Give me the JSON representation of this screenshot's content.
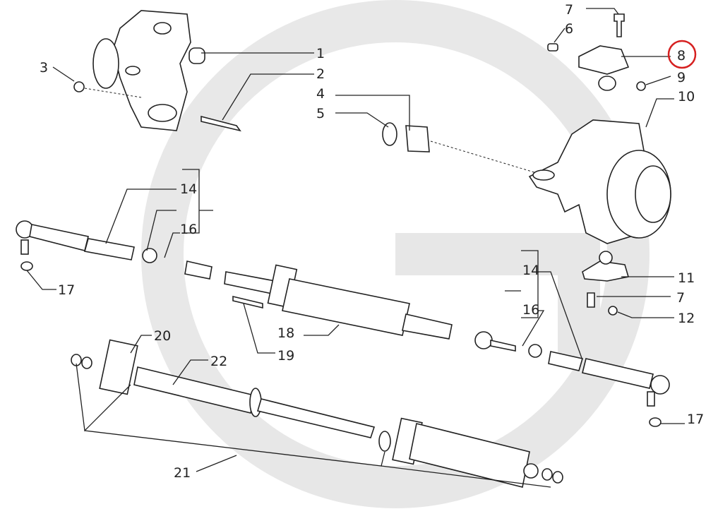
{
  "diagram": {
    "highlight_color": "#d62020",
    "highlighted_callout": "8",
    "watermark": "G",
    "callouts": [
      {
        "id": "c1",
        "text": "1"
      },
      {
        "id": "c2",
        "text": "2"
      },
      {
        "id": "c3",
        "text": "3"
      },
      {
        "id": "c4",
        "text": "4"
      },
      {
        "id": "c5",
        "text": "5"
      },
      {
        "id": "c6",
        "text": "6"
      },
      {
        "id": "c7a",
        "text": "7"
      },
      {
        "id": "c8",
        "text": "8"
      },
      {
        "id": "c9",
        "text": "9"
      },
      {
        "id": "c10",
        "text": "10"
      },
      {
        "id": "c11",
        "text": "11"
      },
      {
        "id": "c7b",
        "text": "7"
      },
      {
        "id": "c12",
        "text": "12"
      },
      {
        "id": "c14a",
        "text": "14"
      },
      {
        "id": "c16a",
        "text": "16"
      },
      {
        "id": "c17a",
        "text": "17"
      },
      {
        "id": "c14b",
        "text": "14"
      },
      {
        "id": "c16b",
        "text": "16"
      },
      {
        "id": "c18",
        "text": "18"
      },
      {
        "id": "c19",
        "text": "19"
      },
      {
        "id": "c20",
        "text": "20"
      },
      {
        "id": "c22",
        "text": "22"
      },
      {
        "id": "c21",
        "text": "21"
      },
      {
        "id": "c17b",
        "text": "17"
      }
    ]
  }
}
